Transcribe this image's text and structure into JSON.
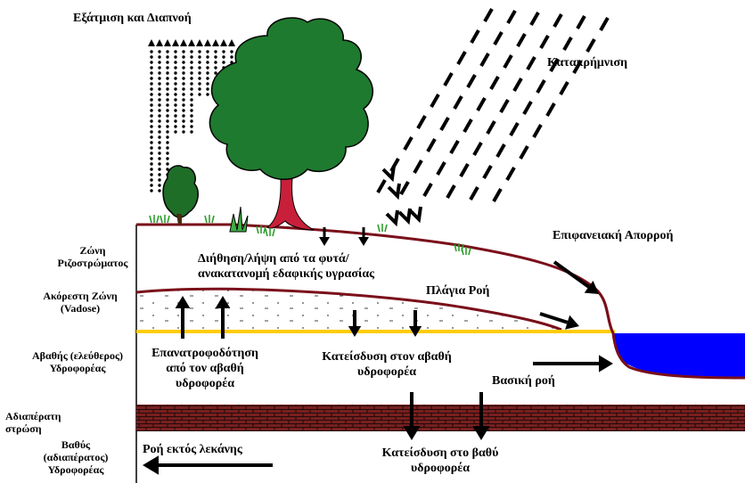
{
  "labels": {
    "evaporation": "Εξάτμιση και Διαπνοή",
    "precipitation": "Κατακρήμνιση",
    "surface_runoff": "Επιφανειακή Απορροή",
    "root_zone": [
      "Ζώνη",
      "Ριζοστρώματος"
    ],
    "unsaturated_zone": [
      "Ακόρεστη Ζώνη",
      "(Vadose)"
    ],
    "shallow_aquifer": [
      "Αβαθής (ελεύθερος)",
      "Υδροφορέας"
    ],
    "confining_layer": [
      "Αδιαπέρατη",
      "στρώση"
    ],
    "deep_aquifer": [
      "Βαθύς",
      "(αδιαπέρατος)",
      "Υδροφορέας"
    ],
    "plant_uptake": [
      "Διήθηση/λήψη από τα φυτά/",
      "ανακατανομή εδαφικής υγρασίας"
    ],
    "lateral_flow": "Πλάγια Ροή",
    "revap": [
      "Επανατροφοδότηση",
      "από τον αβαθή",
      "υδροφορέα"
    ],
    "percolation_shallow": [
      "Κατείσδυση στον αβαθή",
      "υδροφορέα"
    ],
    "base_flow": "Βασική ροή",
    "flow_out": "Ροή εκτός λεκάνης",
    "percolation_deep": [
      "Κατείσδυση στο βαθύ",
      "υδροφορέα"
    ]
  },
  "colors": {
    "soil_line": "#7a0f1a",
    "water_table": "#ffcc00",
    "stream_water": "#0000ff",
    "brick": "#7a1f1f",
    "tree_canopy": "#1e7a2e",
    "tree_trunk": "#c8203a",
    "grass": "#2e9e2e"
  },
  "icons": [
    "rain-dash",
    "vapor-dots",
    "tree",
    "shrub",
    "grass-tuft",
    "arrow"
  ]
}
